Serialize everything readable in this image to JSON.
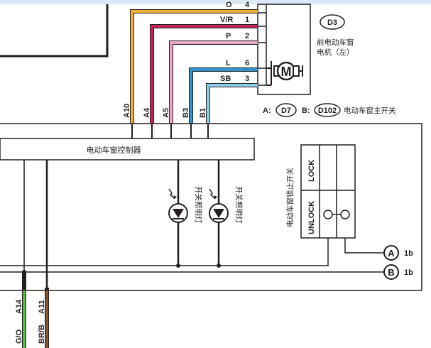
{
  "motor": {
    "id": "D3",
    "name_line1": "前电动车窗",
    "name_line2": "电机（左）",
    "symbol": "M",
    "pins": [
      {
        "wire": "O",
        "pin": "4"
      },
      {
        "wire": "V/R",
        "pin": "1"
      },
      {
        "wire": "P",
        "pin": "2"
      },
      {
        "wire": "L",
        "pin": "6"
      },
      {
        "wire": "SB",
        "pin": "3"
      }
    ]
  },
  "connector_refs": {
    "a_label": "A:",
    "a_id": "D7",
    "b_label": "B:",
    "b_id": "D102",
    "description": "电动车窗主开关"
  },
  "module_pins": [
    "A10",
    "A4",
    "A5",
    "B3",
    "B1"
  ],
  "module_label": "电动车窗控制器",
  "lock_switch": {
    "label": "电动车窗锁止开关",
    "lock": "LOCK",
    "unlock": "UNLOCK"
  },
  "lamp_label": "开关照明灯",
  "grounds": [
    {
      "letter": "A",
      "ref": "1b"
    },
    {
      "letter": "B",
      "ref": "1b"
    }
  ],
  "bottom_connector": {
    "pins": [
      "A14",
      "A11"
    ],
    "wires": [
      "G/O",
      "BR/B"
    ]
  },
  "colors": {
    "wire_O": "#f2b13a",
    "wire_VR": "#c8235a",
    "wire_P": "#eaa7c4",
    "wire_L": "#2f93cf",
    "wire_SB": "#8ccfe8",
    "wire_GO": "#5cb646",
    "wire_BRB": "#8a5226",
    "top_band": "#dbe9f7",
    "line": "#231f20"
  }
}
